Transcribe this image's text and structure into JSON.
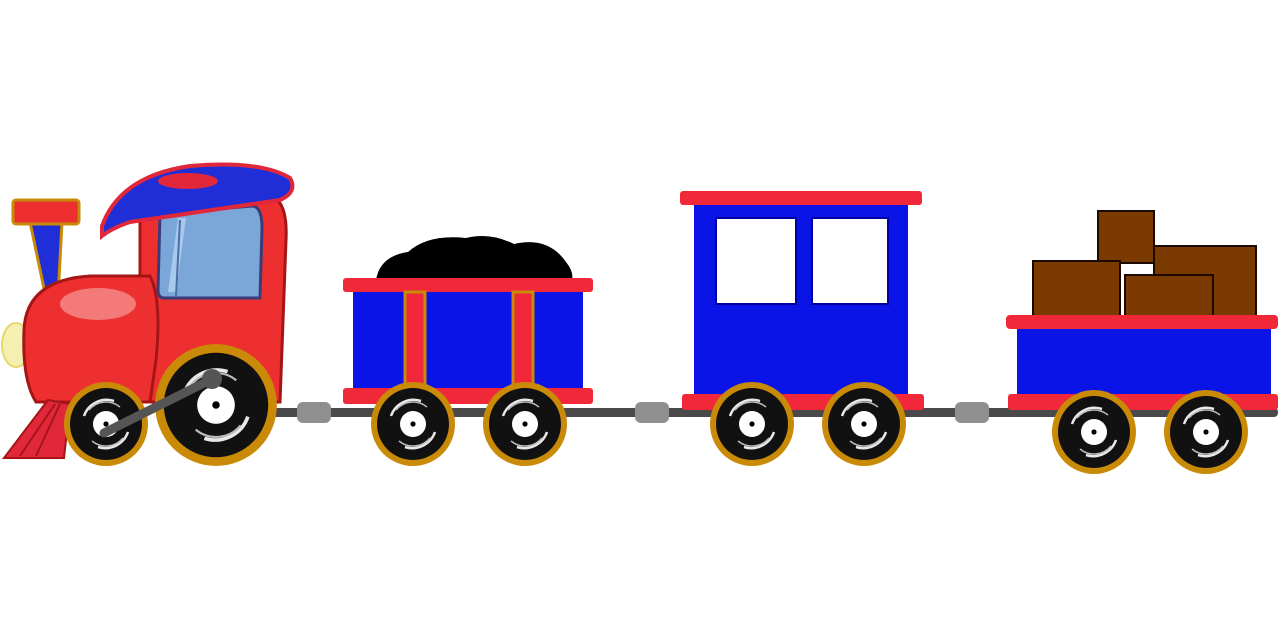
{
  "scene": {
    "subject": "toy-train",
    "cars": [
      {
        "id": "locomotive",
        "kind": "engine"
      },
      {
        "id": "coal-car",
        "kind": "tender",
        "cargo": "coal"
      },
      {
        "id": "passenger-car",
        "kind": "passenger",
        "windows": 2
      },
      {
        "id": "cargo-car",
        "kind": "flatcar",
        "cargo": "crates",
        "crate_count": 4
      }
    ]
  },
  "colors": {
    "background": "#ffffff",
    "engine_red": "#ee2f2f",
    "car_blue": "#0a14e6",
    "trim_red": "#f0283a",
    "gold_trim": "#c98a08",
    "wheel_black": "#111111",
    "coal": "#000000",
    "crate_brown": "#7a3a00",
    "window_blue": "#7aa7d8",
    "coupler_gray": "#888888",
    "rail_gray": "#4a4a4a"
  }
}
